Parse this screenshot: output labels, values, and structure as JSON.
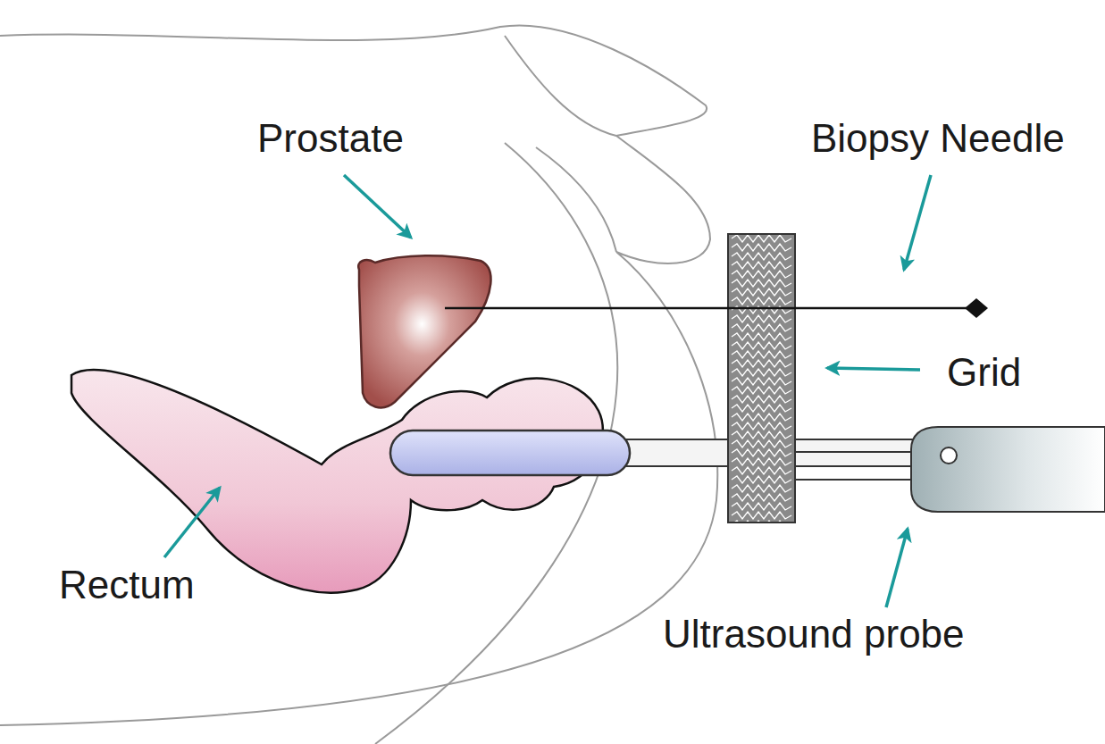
{
  "diagram": {
    "labels": [
      "Prostate",
      "Biopsy Needle",
      "Grid",
      "Rectum",
      "Ultrasound probe"
    ]
  }
}
